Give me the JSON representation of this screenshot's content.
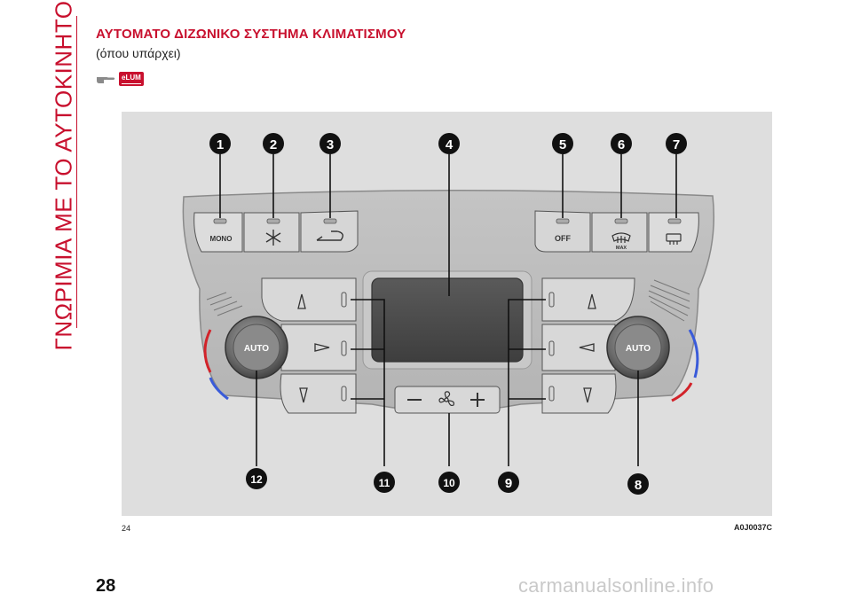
{
  "section_title": "ΓΝΩΡΙΜΙΑ ΜΕ ΤΟ ΑΥΤΟΚΙΝΗΤΟ",
  "heading": "ΑΥΤΟΜΑΤΟ ΔΙΖΩΝΙΚΟ ΣΥΣΤΗΜΑ ΚΛΙΜΑΤΙΣΜΟΥ",
  "subheading": "(όπου υπάρχει)",
  "reference": {
    "icon": "pointing-hand-icon",
    "badge": "eLUM"
  },
  "figure": {
    "number": "24",
    "code": "A0J0037C",
    "button_labels": {
      "mono": "MONO",
      "off": "OFF",
      "max": "MAX",
      "auto_left": "AUTO",
      "auto_right": "AUTO"
    },
    "callouts": [
      "1",
      "2",
      "3",
      "4",
      "5",
      "6",
      "7",
      "8",
      "9",
      "10",
      "11",
      "12"
    ]
  },
  "page_number": "28",
  "watermark": "carmanualsonline.info",
  "colors": {
    "accent": "#c8102e",
    "warm": "#d2232a",
    "cool": "#3a5bd9"
  }
}
